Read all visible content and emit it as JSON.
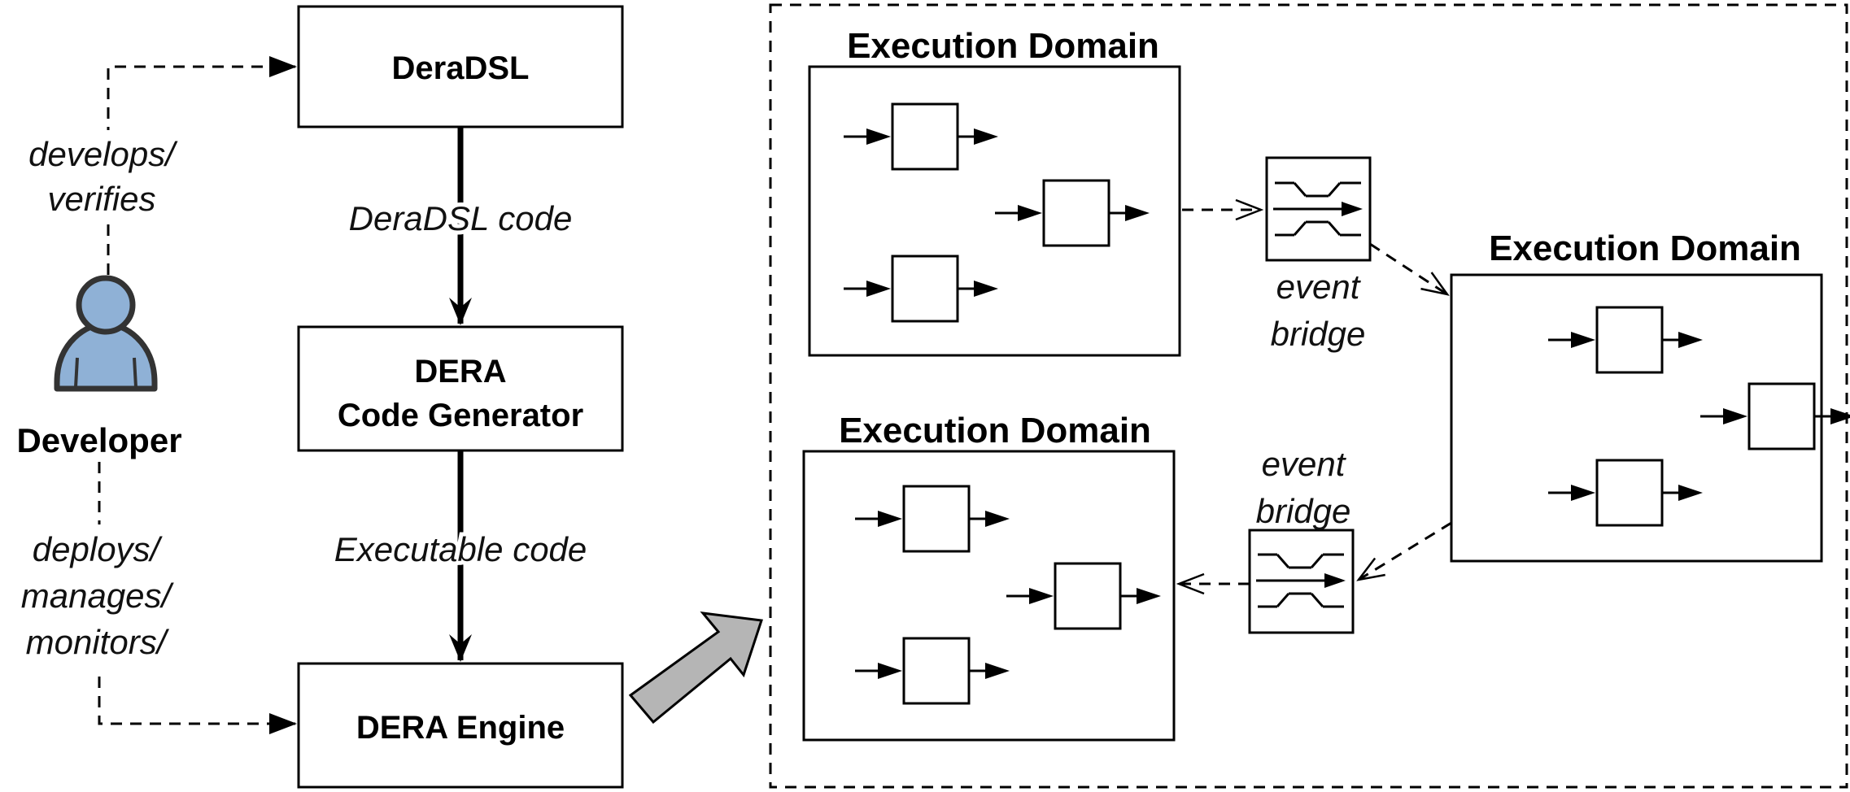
{
  "nodes": {
    "deradsl": "DeraDSL",
    "generator": [
      "DERA",
      "Code Generator"
    ],
    "engine": "DERA Engine",
    "developer": "Developer"
  },
  "edge_labels": {
    "deradsl_code": "DeraDSL code",
    "executable_code": "Executable code",
    "develops": [
      "develops/",
      "verifies"
    ],
    "deploys": [
      "deploys/",
      "manages/",
      "monitors/"
    ]
  },
  "domains": {
    "title": "Execution Domain",
    "event_bridge": [
      "event",
      "bridge"
    ]
  },
  "colors": {
    "developer_fill": "#8fb1d6",
    "developer_stroke": "#333333",
    "arrow_fill": "#b5b5b5",
    "line": "#000000"
  },
  "icons": {
    "developer": "person-icon",
    "big_arrow": "block-arrow-icon"
  }
}
